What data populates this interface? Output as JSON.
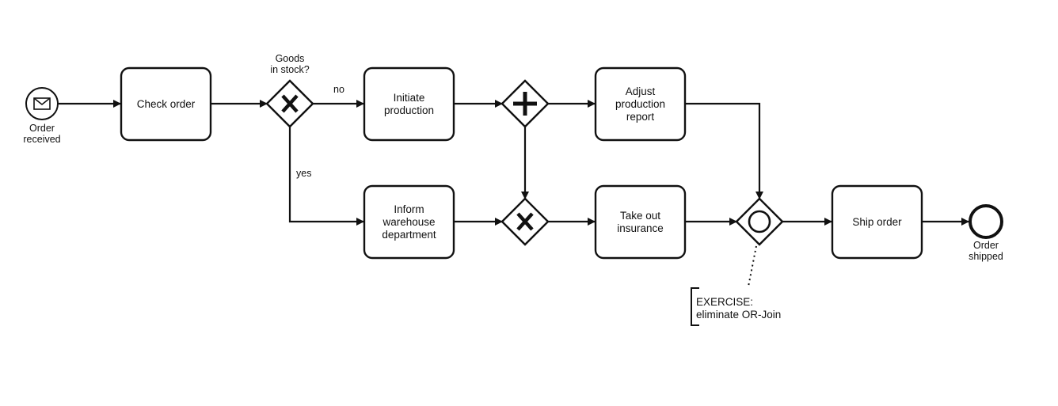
{
  "start_event": {
    "label_lines": [
      "Order",
      "received"
    ]
  },
  "end_event": {
    "label_lines": [
      "Order",
      "shipped"
    ]
  },
  "tasks": {
    "check_order": [
      "Check order"
    ],
    "initiate_production": [
      "Initiate",
      "production"
    ],
    "adjust_report": [
      "Adjust",
      "production",
      "report"
    ],
    "inform_warehouse": [
      "Inform",
      "warehouse",
      "department"
    ],
    "take_insurance": [
      "Take out",
      "insurance"
    ],
    "ship_order": [
      "Ship order"
    ]
  },
  "gateways": {
    "stock_question": {
      "type": "exclusive",
      "label_lines": [
        "Goods",
        "in stock?"
      ]
    },
    "parallel_split": {
      "type": "parallel"
    },
    "exclusive_merge": {
      "type": "exclusive"
    },
    "or_join": {
      "type": "inclusive"
    }
  },
  "flow_labels": {
    "no": "no",
    "yes": "yes"
  },
  "annotation": {
    "lines": [
      "EXERCISE:",
      "eliminate OR-Join"
    ]
  }
}
